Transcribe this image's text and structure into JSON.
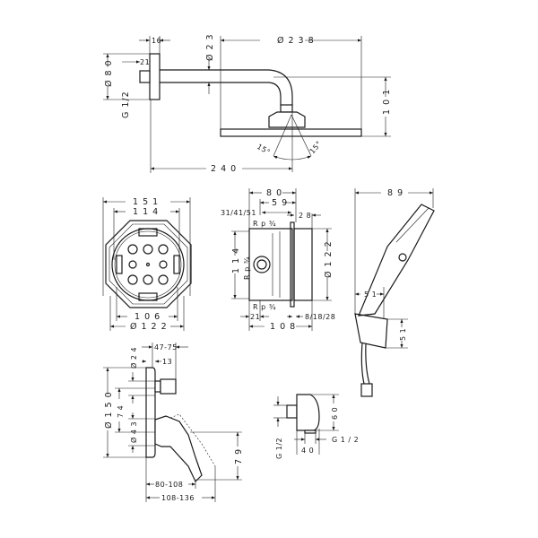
{
  "colors": {
    "line": "#1a1a1a",
    "background": "#ffffff"
  },
  "shower_arm": {
    "d_flange_width": "16",
    "d_thread_len": "21",
    "d_flange_dia": "Ø 8 0",
    "d_arm_dia": "Ø 2 3",
    "d_head_dia": "Ø 2 3 8",
    "d_height": "1 0 1",
    "d_reach": "2 4 0",
    "thread": "G 1/2",
    "angle_left": "15°",
    "angle_right": "15°"
  },
  "box_front": {
    "d_outer": "1 5 1",
    "d_inner": "1 1 4",
    "d_bottom": "1 0 6",
    "d_dia": "Ø  1 2 2"
  },
  "box_side": {
    "d_80": "8 0",
    "d_59": "5 9",
    "d_depths": "31/41/51",
    "d_28": "2 8",
    "d_114": "1 1 4",
    "rp_top": "R p ¾",
    "rp_mid": "R p ¾",
    "rp_bottom": "R p ¾",
    "d_122": "Ø  1 2 2",
    "d_21": "21",
    "d_finish": "8/18/28",
    "d_108": "1 0 8"
  },
  "hand_shower": {
    "d_89": "8 9",
    "d_51h": "5 1",
    "d_51v": "5 1"
  },
  "mixer": {
    "d_47_75": "47-75",
    "d_24": "Ø 2 4",
    "d_13": "13",
    "d_150": "Ø 1 5 0",
    "d_74": "7 4",
    "d_43": "Ø 4 3",
    "d_79": "7 9",
    "d_80_108": "80-108",
    "d_108_136": "108-136"
  },
  "outlet": {
    "d_60": "6 0",
    "thread_left": "G 1/2",
    "thread_right": "G  1 / 2",
    "d_40": "4 0"
  }
}
